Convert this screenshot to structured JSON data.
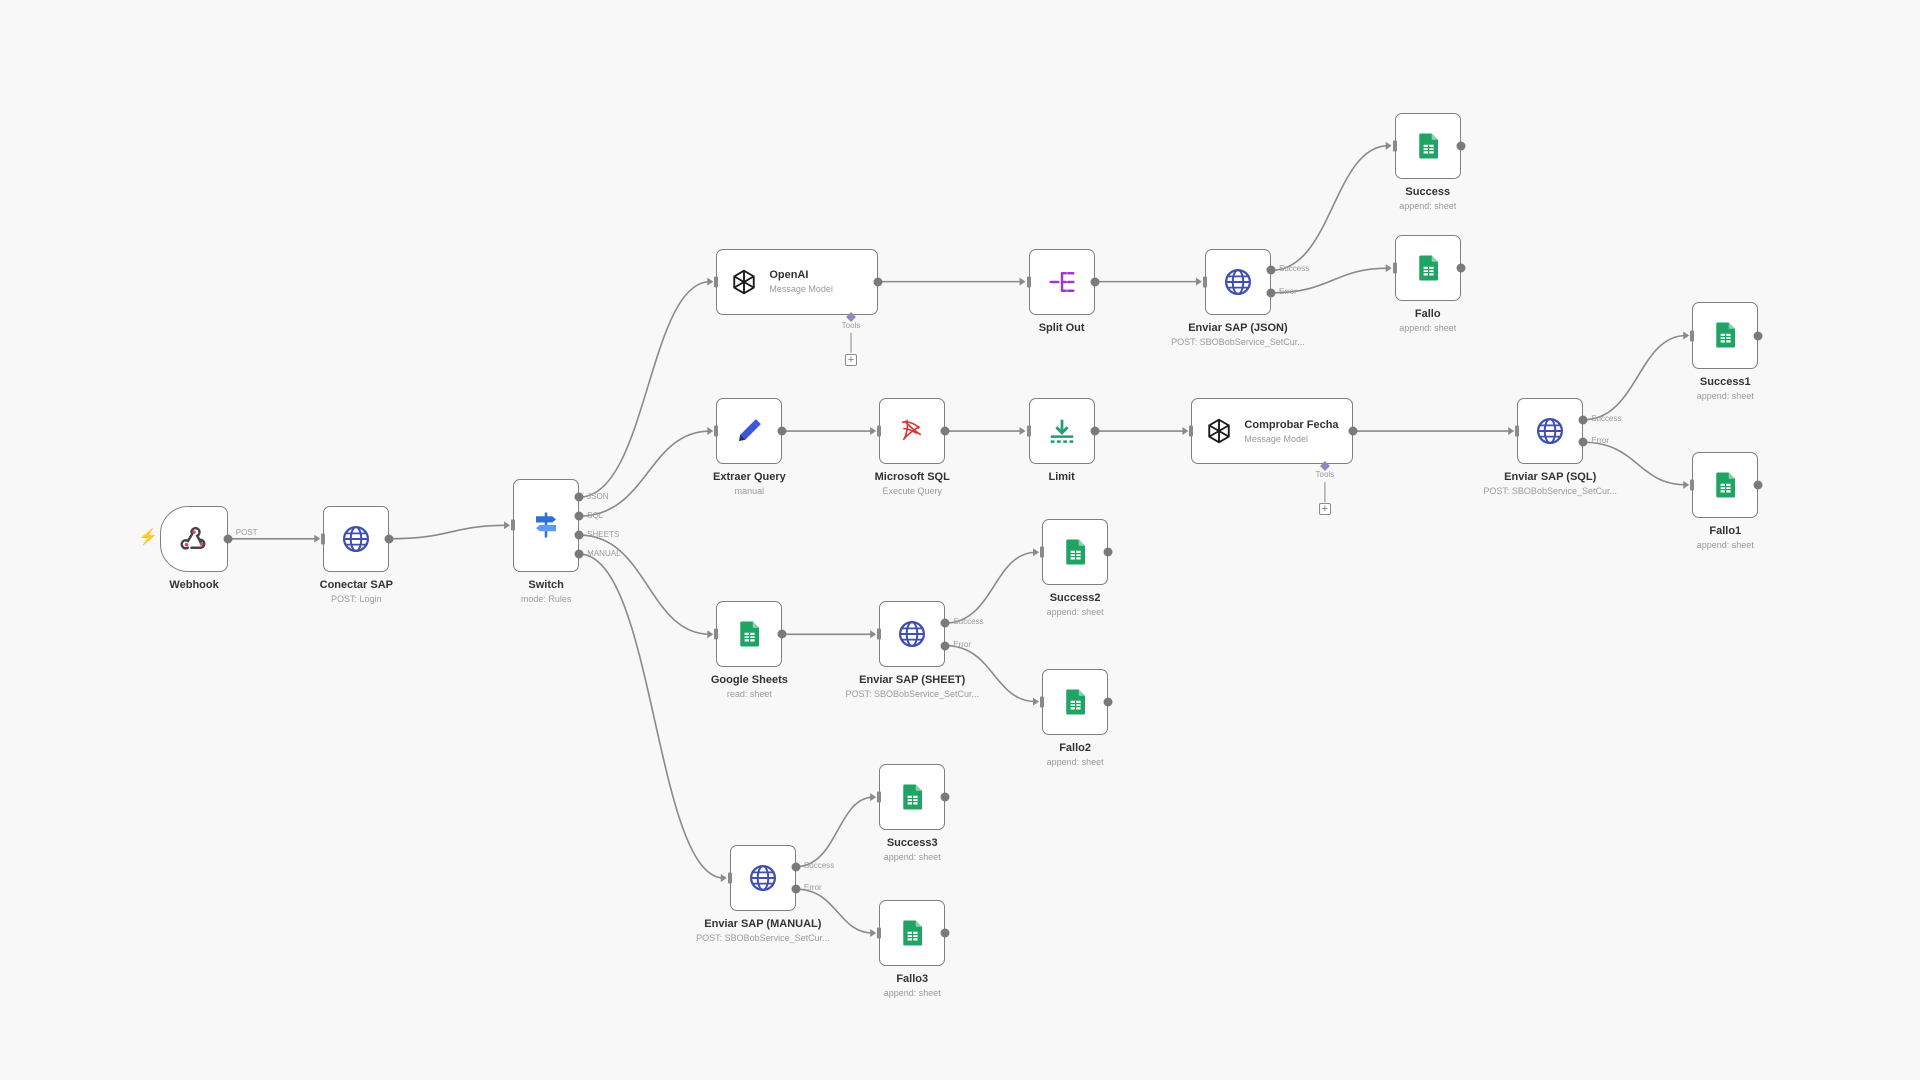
{
  "icons": {
    "webhook": "webhook-icon",
    "http": "globe-icon",
    "switch": "signpost-icon",
    "openai": "openai-icon",
    "edit": "pencil-icon",
    "mssql": "mssql-icon",
    "limit": "limit-icon",
    "split": "split-out-icon",
    "sheets": "google-sheets-icon",
    "trigger": "lightning-bolt-icon"
  },
  "colors": {
    "canvas": "#f8f8f8",
    "node_border": "#7f7f7f",
    "edge": "#8a8a8a",
    "globe": "#3f4fb2",
    "sheets": "#1fa463",
    "split": "#9b3cc9",
    "limit": "#1f9e6e",
    "edit": "#3d56d8",
    "trigger": "#e25b3c"
  },
  "tools_label": "Tools",
  "nodes": [
    {
      "id": "webhook",
      "title": "Webhook",
      "subtitle": "",
      "icon": "webhook"
    },
    {
      "id": "conectar_sap",
      "title": "Conectar SAP",
      "subtitle": "POST: Login",
      "icon": "http"
    },
    {
      "id": "switch",
      "title": "Switch",
      "subtitle": "mode: Rules",
      "icon": "switch"
    },
    {
      "id": "openai",
      "title": "OpenAI",
      "subtitle": "Message Model",
      "icon": "openai"
    },
    {
      "id": "split_out",
      "title": "Split Out",
      "subtitle": "",
      "icon": "split"
    },
    {
      "id": "enviar_json",
      "title": "Enviar SAP (JSON)",
      "subtitle": "POST: SBOBobService_SetCur...",
      "icon": "http"
    },
    {
      "id": "success",
      "title": "Success",
      "subtitle": "append: sheet",
      "icon": "sheets"
    },
    {
      "id": "fallo",
      "title": "Fallo",
      "subtitle": "append: sheet",
      "icon": "sheets"
    },
    {
      "id": "extraer_query",
      "title": "Extraer Query",
      "subtitle": "manual",
      "icon": "edit"
    },
    {
      "id": "mssql",
      "title": "Microsoft SQL",
      "subtitle": "Execute Query",
      "icon": "mssql"
    },
    {
      "id": "limit",
      "title": "Limit",
      "subtitle": "",
      "icon": "limit"
    },
    {
      "id": "comprobar_fecha",
      "title": "Comprobar Fecha",
      "subtitle": "Message Model",
      "icon": "openai"
    },
    {
      "id": "enviar_sql",
      "title": "Enviar SAP (SQL)",
      "subtitle": "POST: SBOBobService_SetCur...",
      "icon": "http"
    },
    {
      "id": "success1",
      "title": "Success1",
      "subtitle": "append: sheet",
      "icon": "sheets"
    },
    {
      "id": "fallo1",
      "title": "Fallo1",
      "subtitle": "append: sheet",
      "icon": "sheets"
    },
    {
      "id": "google_sheets",
      "title": "Google Sheets",
      "subtitle": "read: sheet",
      "icon": "sheets"
    },
    {
      "id": "enviar_sheet",
      "title": "Enviar SAP (SHEET)",
      "subtitle": "POST: SBOBobService_SetCur...",
      "icon": "http"
    },
    {
      "id": "success2",
      "title": "Success2",
      "subtitle": "append: sheet",
      "icon": "sheets"
    },
    {
      "id": "fallo2",
      "title": "Fallo2",
      "subtitle": "append: sheet",
      "icon": "sheets"
    },
    {
      "id": "enviar_manual",
      "title": "Enviar SAP (MANUAL)",
      "subtitle": "POST: SBOBobService_SetCur...",
      "icon": "http"
    },
    {
      "id": "success3",
      "title": "Success3",
      "subtitle": "append: sheet",
      "icon": "sheets"
    },
    {
      "id": "fallo3",
      "title": "Fallo3",
      "subtitle": "append: sheet",
      "icon": "sheets"
    }
  ],
  "port_labels": {
    "webhook_out": "POST",
    "switch": [
      "JSON",
      "SQL",
      "SHEETS",
      "MANUAL"
    ],
    "success": "Success",
    "error": "Error"
  },
  "connections": [
    [
      "webhook",
      "conectar_sap"
    ],
    [
      "conectar_sap",
      "switch"
    ],
    [
      "switch:JSON",
      "openai"
    ],
    [
      "switch:SQL",
      "extraer_query"
    ],
    [
      "switch:SHEETS",
      "google_sheets"
    ],
    [
      "switch:MANUAL",
      "enviar_manual"
    ],
    [
      "openai",
      "split_out"
    ],
    [
      "split_out",
      "enviar_json"
    ],
    [
      "enviar_json:Success",
      "success"
    ],
    [
      "enviar_json:Error",
      "fallo"
    ],
    [
      "extraer_query",
      "mssql"
    ],
    [
      "mssql",
      "limit"
    ],
    [
      "limit",
      "comprobar_fecha"
    ],
    [
      "comprobar_fecha",
      "enviar_sql"
    ],
    [
      "enviar_sql:Success",
      "success1"
    ],
    [
      "enviar_sql:Error",
      "fallo1"
    ],
    [
      "google_sheets",
      "enviar_sheet"
    ],
    [
      "enviar_sheet:Success",
      "success2"
    ],
    [
      "enviar_sheet:Error",
      "fallo2"
    ],
    [
      "enviar_manual:Success",
      "success3"
    ],
    [
      "enviar_manual:Error",
      "fallo3"
    ]
  ]
}
